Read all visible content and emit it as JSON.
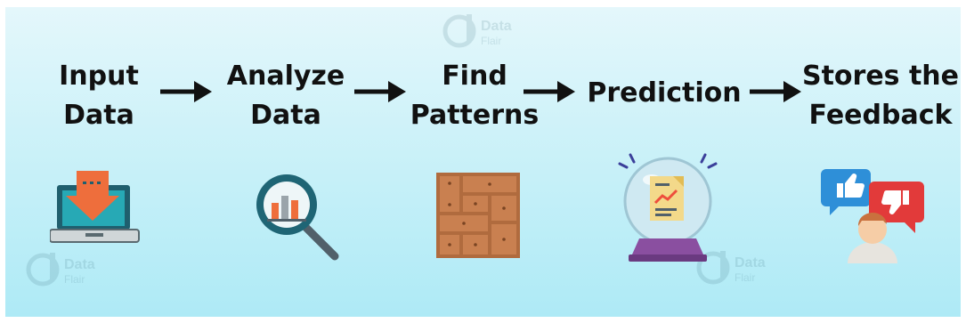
{
  "steps": [
    {
      "label": "Input\nData",
      "icon": "laptop-download-icon"
    },
    {
      "label": "Analyze\nData",
      "icon": "magnifier-chart-icon"
    },
    {
      "label": "Find\nPatterns",
      "icon": "brick-pattern-icon"
    },
    {
      "label": "Prediction",
      "icon": "crystal-ball-report-icon"
    },
    {
      "label": "Stores the\nFeedback",
      "icon": "feedback-thumbs-icon"
    }
  ],
  "watermark": {
    "brand": "Data",
    "sub": "Flair"
  },
  "colors": {
    "background_top": "#e4f7fb",
    "background_bottom": "#aeeaf6",
    "text": "#111111",
    "arrow": "#111111"
  }
}
